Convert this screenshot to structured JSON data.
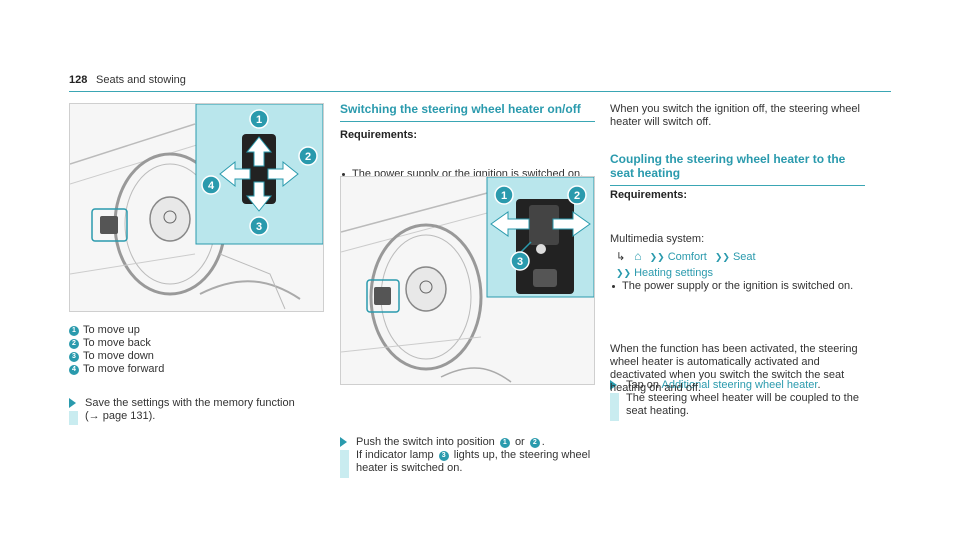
{
  "header": {
    "page_number": "128",
    "section_title": "Seats and stowing"
  },
  "col1": {
    "figure_markers": [
      "1",
      "2",
      "3",
      "4"
    ],
    "legend": [
      {
        "num": "1",
        "text": "To move up"
      },
      {
        "num": "2",
        "text": "To move back"
      },
      {
        "num": "3",
        "text": "To move down"
      },
      {
        "num": "4",
        "text": "To move forward"
      }
    ],
    "step": {
      "text": "Save the settings with the memory function",
      "ref": "(→ page 131)."
    }
  },
  "col2": {
    "heading": "Switching the steering wheel heater on/off",
    "requirements_label": "Requirements:",
    "requirement": "The power supply or the ignition is switched on.",
    "figure_markers": [
      "1",
      "2",
      "3"
    ],
    "step": {
      "part1": "Push the switch into position",
      "num_a": "1",
      "or": "or",
      "num_b": "2",
      "part2": "If indicator lamp",
      "num_c": "3",
      "part3": "lights up, the steering wheel heater is switched on."
    }
  },
  "col3": {
    "intro": "When you switch the ignition off, the steering wheel heater will switch off.",
    "heading": "Coupling the steering wheel heater to the seat heating",
    "requirements_label": "Requirements:",
    "requirement": "The power supply or the ignition is switched on.",
    "multimedia_label": "Multimedia system:",
    "nav": {
      "home_icon": "home-icon",
      "item1": "Comfort",
      "item2": "Seat",
      "item3": "Heating settings"
    },
    "step": {
      "prefix": "Tap on",
      "link": "Additional steering wheel heater",
      "suffix": ".",
      "result": "The steering wheel heater will be coupled to the seat heating."
    },
    "outro": "When the function has been activated, the steering wheel heater is automatically activated and deactivated when you switch the switch the seat heating on and off."
  },
  "colors": {
    "accent": "#2a9aad",
    "highlight": "#c9ecf0",
    "figure_overlay": "#b9e6ec"
  }
}
